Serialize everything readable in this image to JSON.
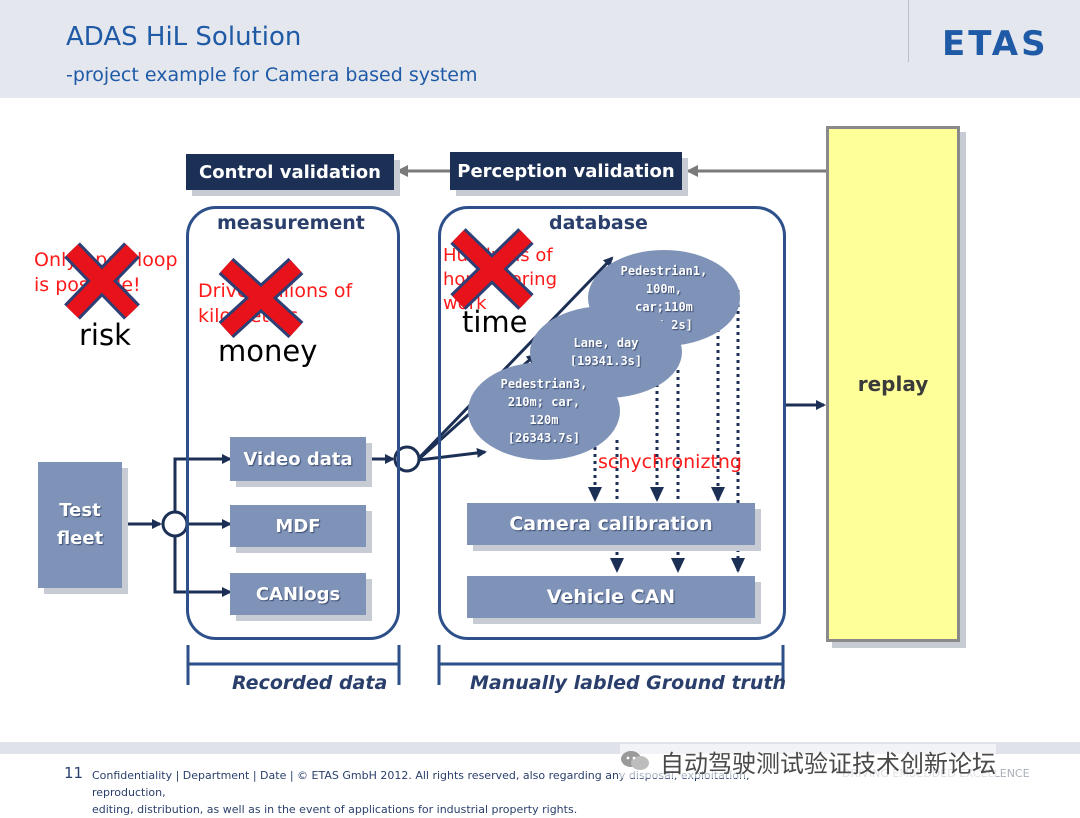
{
  "header": {
    "title": "ADAS HiL Solution",
    "subtitle": "-project example for Camera based system",
    "logo": "ETAS"
  },
  "diagram": {
    "control_validation": "Control validation",
    "perception_validation": "Perception validation",
    "measurement_title": "measurement",
    "database_title": "database",
    "test_fleet": [
      "Test",
      "fleet"
    ],
    "video_data": "Video data",
    "mdf": "MDF",
    "canlogs": "CANlogs",
    "ellipses": [
      [
        "Pedestrian1,",
        "100m,",
        "car;110m",
        "[145.2s]"
      ],
      [
        "Lane, day",
        "[19341.3s]"
      ],
      [
        "Pedestrian3,",
        "210m; car,",
        "120m",
        "[26343.7s]"
      ]
    ],
    "camera_calibration": "Camera calibration",
    "vehicle_can": "Vehicle CAN",
    "replay": "replay",
    "synchronizing": "schychroniztng",
    "recorded_data": "Recorded data",
    "ground_truth": "Manually labled Ground truth"
  },
  "annotations": {
    "risk_red": [
      "Only open loop",
      "is possible!"
    ],
    "risk_word": "risk",
    "money_red": [
      "Drive millions of",
      "kilometers"
    ],
    "money_word": "money",
    "time_red": [
      "Hundreds of",
      "hours boring",
      "work"
    ],
    "time_word": "time"
  },
  "footer": {
    "page_number": "11",
    "text_line1": "Confidentiality | Department | Date | © ETAS GmbH 2012. All rights reserved, also regarding any disposal, exploitation, reproduction,",
    "text_line2": "editing, distribution, as well as in the event of applications for industrial property rights.",
    "slogan": "DRIVING EMBEDDED EXCELLENCE",
    "watermark": "自动驾驶测试验证技术创新论坛"
  },
  "colors": {
    "title_blue": "#1f5aa6",
    "dark_navy": "#1c2f55",
    "steel_blue": "#7f93b9",
    "annotation_red": "#ff1a1a",
    "replay_yellow": "#ffff99"
  }
}
